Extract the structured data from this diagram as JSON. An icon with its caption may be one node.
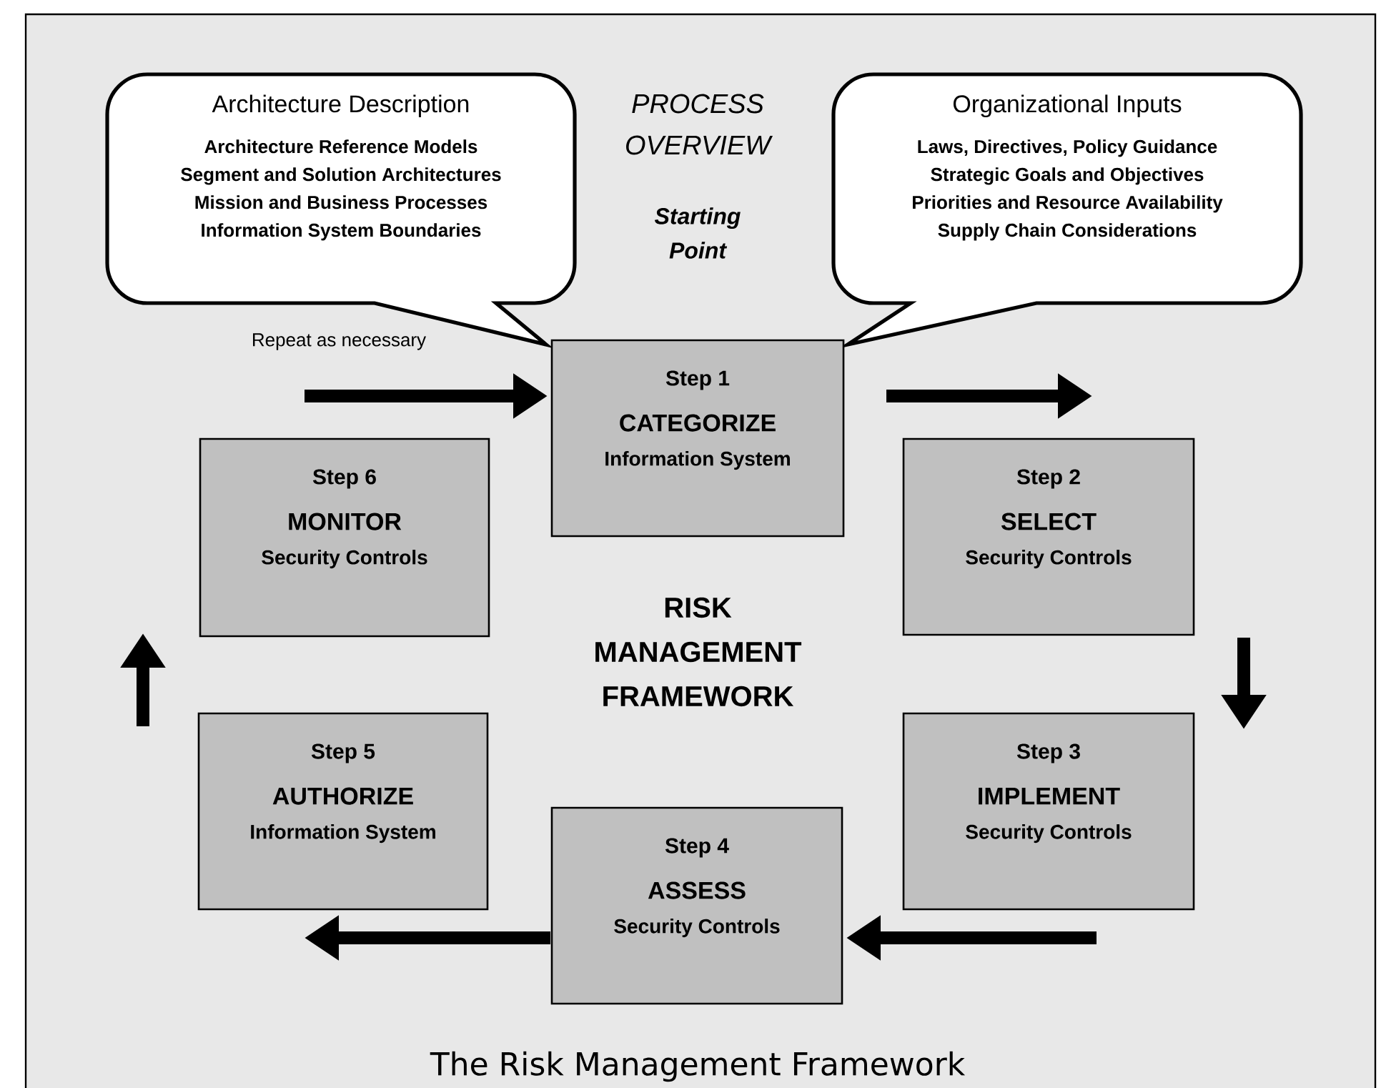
{
  "diagram": {
    "caption": "The Risk Management Framework",
    "nodes": [
      {
        "text": [
          "Architecture Description",
          "Architecture Reference Models",
          "Segment and Solution Architectures",
          "Mission and Business Processes",
          "Information System Boundaries"
        ]
      },
      {
        "text": [
          "Organizational Inputs",
          "Laws, Directives, Policy Guidance",
          "Strategic Goals and Objectives",
          "Priorities and Resource Availability",
          "Supply Chain Considerations"
        ]
      },
      {
        "text": [
          "Step 1",
          "CATEGORIZE",
          "Information System"
        ]
      },
      {
        "text": [
          "Step 2",
          "SELECT",
          "Security Controls"
        ]
      },
      {
        "text": [
          "Step 3",
          "IMPLEMENT",
          "Security Controls"
        ]
      },
      {
        "text": [
          "Step 4",
          "ASSESS",
          "Security Controls"
        ]
      },
      {
        "text": [
          "Step 5",
          "AUTHORIZE",
          "Information System"
        ]
      },
      {
        "text": [
          "Step 6",
          "MONITOR",
          "Security Controls"
        ]
      }
    ],
    "edges": [
      {
        "from": 2,
        "to": 3,
        "arrow": "to"
      },
      {
        "from": 3,
        "to": 4,
        "arrow": "to"
      },
      {
        "from": 4,
        "to": 5,
        "arrow": "to"
      },
      {
        "from": 5,
        "to": 6,
        "arrow": "to"
      },
      {
        "from": 6,
        "to": 7,
        "arrow": "to"
      },
      {
        "from": 7,
        "to": 2,
        "arrow": "to",
        "label": "Repeat as necessary"
      }
    ],
    "labels": [
      "PROCESS OVERVIEW",
      "Starting Point",
      "RISK MANAGEMENT FRAMEWORK"
    ]
  }
}
